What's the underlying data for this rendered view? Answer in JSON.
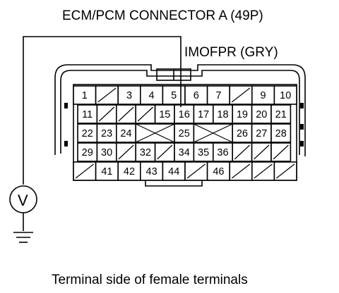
{
  "title": "ECM/PCM CONNECTOR A (49P)",
  "wire_label": "IMOFPR (GRY)",
  "caption": "Terminal side of female terminals",
  "meter_symbol": "V",
  "connector": {
    "rows": [
      [
        "1",
        "",
        "3",
        "4",
        "5",
        "6",
        "7",
        "",
        "9",
        "10"
      ],
      [
        "11",
        "",
        "",
        "",
        "15",
        "16",
        "17",
        "18",
        "19",
        "20",
        "21"
      ],
      [
        "22",
        "23",
        "24",
        "X",
        "X",
        "25",
        "X",
        "X",
        "26",
        "27",
        "28"
      ],
      [
        "29",
        "30",
        "",
        "32",
        "",
        "34",
        "35",
        "36",
        "",
        "",
        ""
      ],
      [
        "",
        "41",
        "42",
        "43",
        "44",
        "",
        "46",
        "",
        "",
        ""
      ]
    ],
    "probe_terminal": "16"
  }
}
